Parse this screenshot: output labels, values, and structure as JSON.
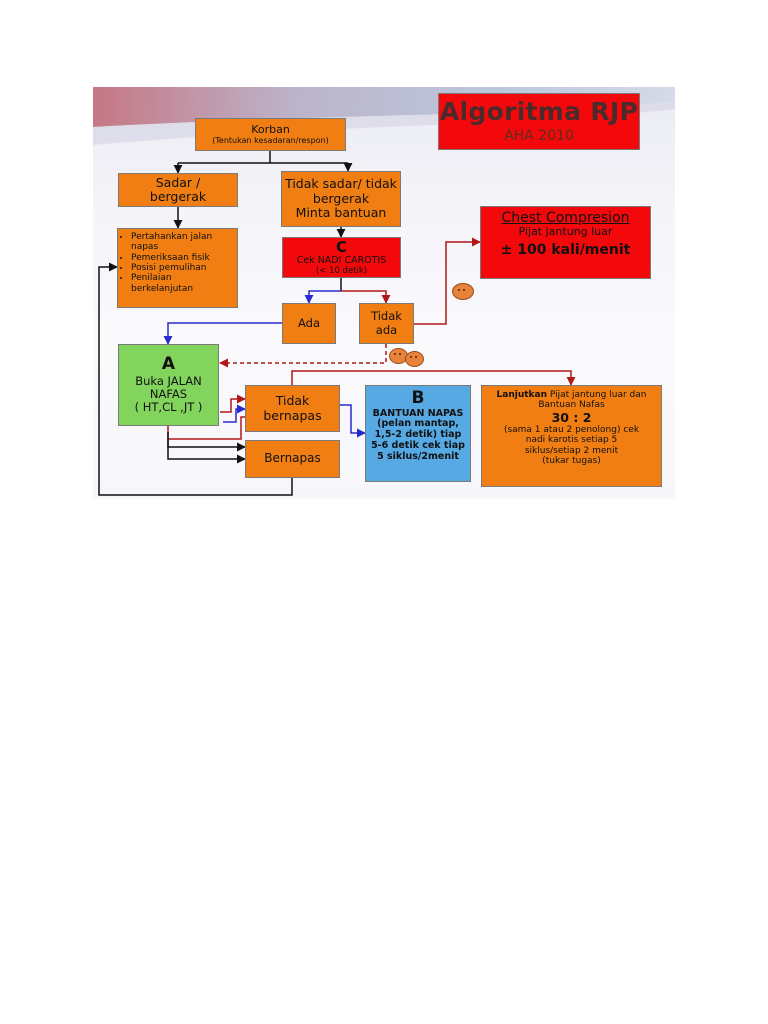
{
  "title": {
    "main": "Algoritma RJP",
    "sub": "AHA 2010"
  },
  "korban": {
    "line1": "Korban",
    "line2": "(Tentukan kesadaran/respon)"
  },
  "sadar": {
    "line1": "Sadar /",
    "line2": "bergerak"
  },
  "tidak_sadar": {
    "line1": "Tidak sadar/ tidak",
    "line2": "bergerak",
    "line3": "Minta bantuan"
  },
  "list": {
    "items": [
      "Pertahankan jalan napas",
      "Pemeriksaan fisik",
      "Posisi pemulihan",
      "Penilaian berkelanjutan"
    ]
  },
  "cek": {
    "letter": "C",
    "line1": "Cek NADI CAROTIS",
    "line2": "(< 10 detik)"
  },
  "chest": {
    "heading": "Chest Compresion",
    "line1": "Pijat jantung luar",
    "line2": "± 100 kali/menit"
  },
  "ada": {
    "label": "Ada"
  },
  "tidak_ada": {
    "line1": "Tidak",
    "line2": "ada"
  },
  "a_box": {
    "letter": "A",
    "line1": "Buka JALAN",
    "line2": "NAFAS",
    "line3": "( HT,CL ,JT )"
  },
  "tidak_bernapas": {
    "line1": "Tidak",
    "line2": "bernapas"
  },
  "bernapas": {
    "label": "Bernapas"
  },
  "b_box": {
    "letter": "B",
    "line1": "BANTUAN NAPAS",
    "line2": "(pelan mantap,",
    "line3": "1,5-2 detik) tiap",
    "line4": "5-6 detik cek tiap",
    "line5": "5 siklus/2menit"
  },
  "lanjut": {
    "bold": "Lanjutkan",
    "line1_rest": " Pijat jantung luar dan",
    "line2": "Bantuan Nafas",
    "ratio": "30 : 2",
    "line3": "(sama 1 atau 2 penolong) cek",
    "line4": "nadi karotis setiap 5",
    "line5": "siklus/setiap 2 menit",
    "line6": "(tukar tugas)"
  },
  "colors": {
    "orange": "#f07e12",
    "red": "#f3090b",
    "green": "#83d45d",
    "blue": "#56a9e3",
    "arrow_black": "#111111",
    "arrow_red": "#b01818",
    "arrow_blue": "#2a2ad0"
  }
}
